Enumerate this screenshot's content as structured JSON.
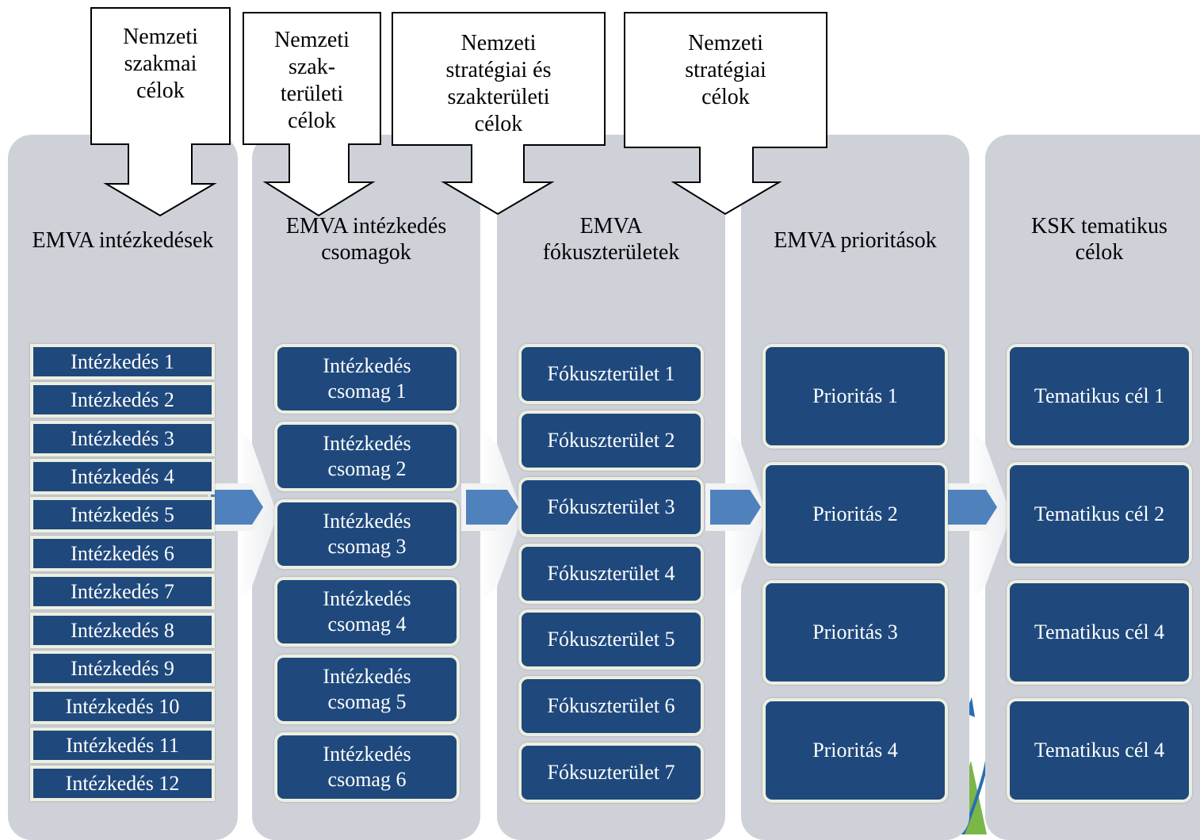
{
  "colors": {
    "column_bg": "#cfd1d9",
    "box_fill": "#1f497d",
    "box_border": "#ecefe0",
    "arrow_fill": "#4f81bd",
    "text_light": "#ffffff"
  },
  "callouts": [
    {
      "lines": [
        "Nemzeti",
        "szakmai",
        "célok"
      ]
    },
    {
      "lines": [
        "Nemzeti",
        "szak-",
        "területi",
        "célok"
      ]
    },
    {
      "lines": [
        "Nemzeti",
        "stratégiai és",
        "szakterületi",
        "célok"
      ]
    },
    {
      "lines": [
        "Nemzeti",
        "stratégiai",
        "célok"
      ]
    }
  ],
  "columns": [
    {
      "title_lines": [
        "EMVA intézkedések"
      ],
      "items": [
        "Intézkedés 1",
        "Intézkedés 2",
        "Intézkedés 3",
        "Intézkedés 4",
        "Intézkedés 5",
        "Intézkedés 6",
        "Intézkedés 7",
        "Intézkedés 8",
        "Intézkedés 9",
        "Intézkedés 10",
        "Intézkedés 11",
        "Intézkedés 12"
      ]
    },
    {
      "title_lines": [
        "EMVA intézkedés",
        "csomagok"
      ],
      "items": [
        [
          "Intézkedés",
          "csomag 1"
        ],
        [
          "Intézkedés",
          "csomag 2"
        ],
        [
          "Intézkedés",
          "csomag 3"
        ],
        [
          "Intézkedés",
          "csomag 4"
        ],
        [
          "Intézkedés",
          "csomag 5"
        ],
        [
          "Intézkedés",
          "csomag 6"
        ]
      ]
    },
    {
      "title_lines": [
        "EMVA",
        "fókuszterületek"
      ],
      "items": [
        "Fókuszterület 1",
        "Fókuszterület 2",
        "Fókuszterület 3",
        "Fókuszterület 4",
        "Fókuszterület 5",
        "Fókuszterület 6",
        "Fóksuzterület 7"
      ]
    },
    {
      "title_lines": [
        "EMVA prioritások"
      ],
      "items": [
        "Prioritás 1",
        "Prioritás 2",
        "Prioritás 3",
        "Prioritás 4"
      ]
    },
    {
      "title_lines": [
        "KSK tematikus",
        "célok"
      ],
      "items": [
        "Tematikus cél 1",
        "Tematikus cél 2",
        "Tematikus cél 4",
        "Tematikus cél 4"
      ]
    }
  ]
}
